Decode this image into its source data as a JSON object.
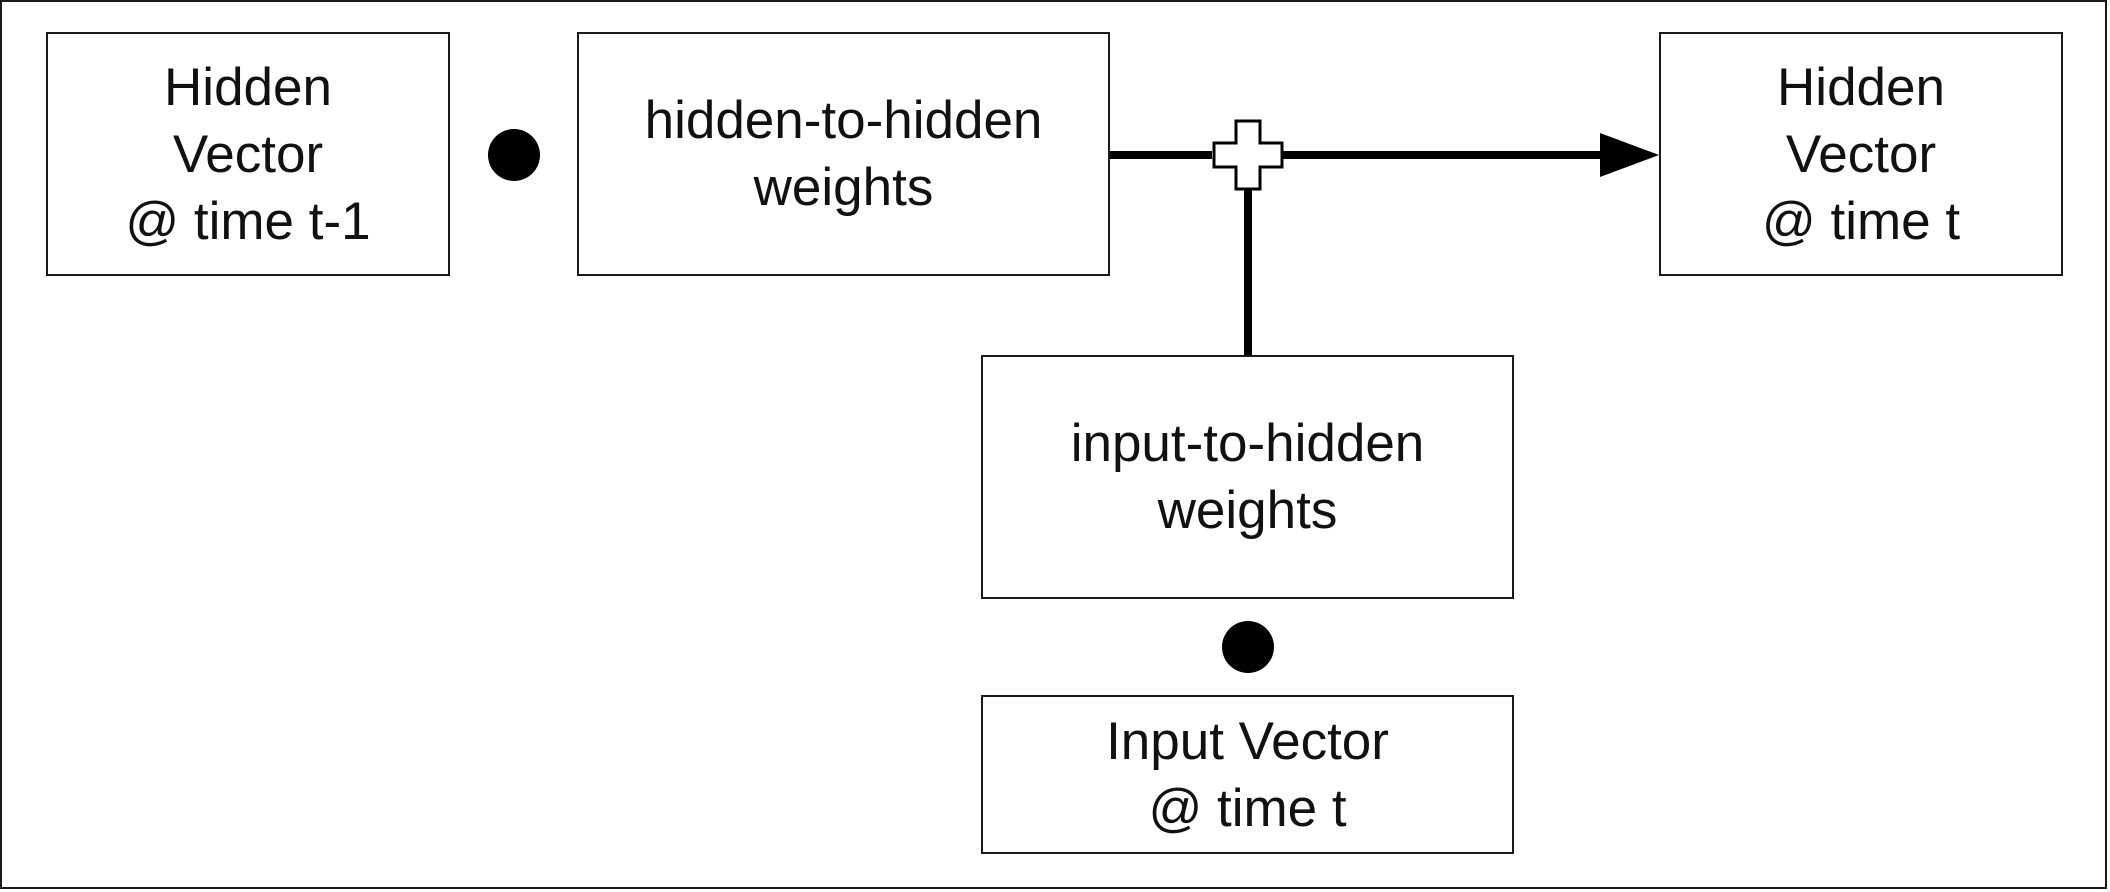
{
  "diagram": {
    "hidden_prev": {
      "lines": [
        "Hidden",
        "Vector",
        "@ time t-1"
      ]
    },
    "hidden_weights": {
      "lines": [
        "hidden-to-hidden",
        "weights"
      ]
    },
    "hidden_current": {
      "lines": [
        "Hidden",
        "Vector",
        "@ time t"
      ]
    },
    "input_weights": {
      "lines": [
        "input-to-hidden",
        "weights"
      ]
    },
    "input_vector": {
      "lines": [
        "Input Vector",
        "@ time t"
      ]
    },
    "operators": {
      "multiply_symbol": "dot-product",
      "add_symbol": "plus"
    }
  }
}
